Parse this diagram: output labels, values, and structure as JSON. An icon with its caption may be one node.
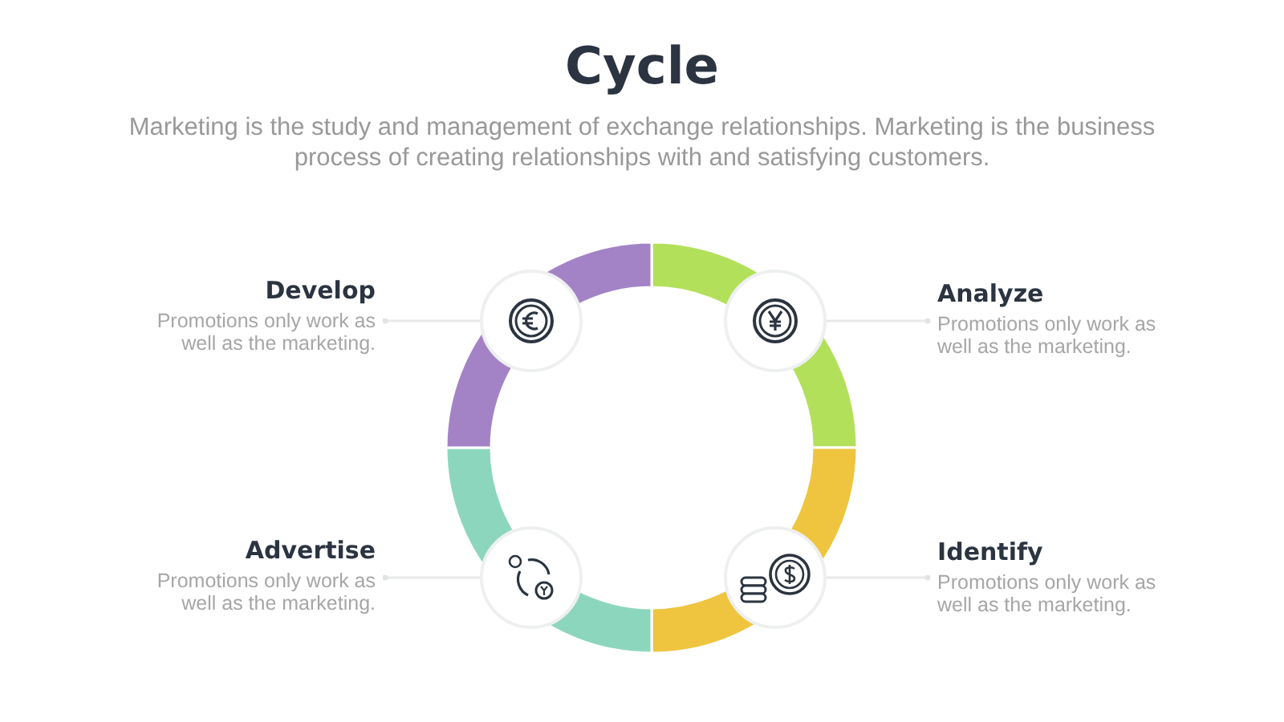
{
  "diagram": {
    "title": "Cycle",
    "nodes": [
      {
        "text": [
          "Develop",
          "Promotions only work as well as the marketing."
        ]
      },
      {
        "text": [],
        "shape": "circle"
      },
      {
        "text": [],
        "shape": "circle"
      },
      {
        "text": [
          "Analyze",
          "Promotions only work as well as the marketing."
        ]
      },
      {
        "text": [
          "Advertise",
          "Promotions only work as well as the marketing."
        ]
      },
      {
        "text": [],
        "shape": "circle"
      },
      {
        "text": [],
        "shape": "circle"
      },
      {
        "text": [
          "Identify",
          "Promotions only work as well as the marketing."
        ]
      }
    ],
    "edges": [
      {
        "from": 1,
        "to": 0,
        "arrow": "other"
      },
      {
        "from": 2,
        "to": 3,
        "arrow": "other"
      },
      {
        "from": 5,
        "to": 4,
        "arrow": "other"
      },
      {
        "from": 6,
        "to": 7,
        "arrow": "other"
      }
    ],
    "labels": [
      "Marketing is the study and management of exchange relationships. Marketing is the business process of creating relationships with and satisfying customers."
    ]
  }
}
